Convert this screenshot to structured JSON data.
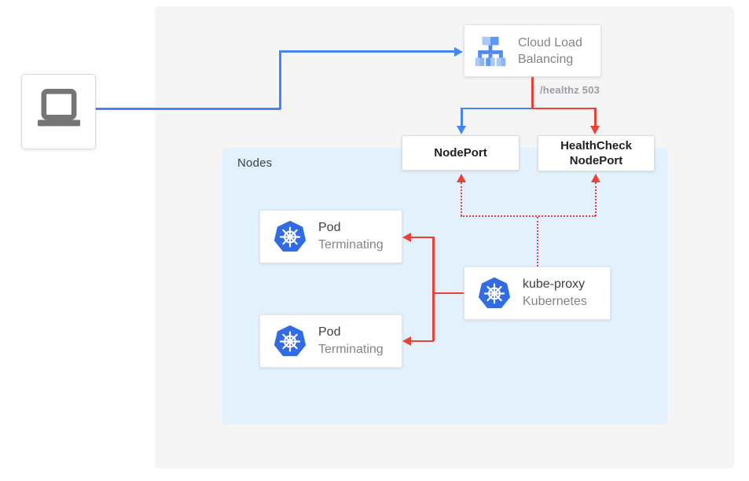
{
  "diagram": {
    "title": "Cloud Load Balancing health check to Kubernetes nodes diagram",
    "colors": {
      "blue": "#4285f4",
      "red": "#ea4335",
      "nodes_bg": "#e3f1fc",
      "canvas_bg": "#f5f5f6",
      "k8s_blue": "#326ce5",
      "icon_gray": "#757575",
      "text_dark": "#3c4043",
      "text_gray": "#80868b"
    },
    "client": {
      "icon": "laptop-icon"
    },
    "clb": {
      "icon": "cloud-load-balancing-icon",
      "line1": "Cloud Load",
      "line2": "Balancing"
    },
    "healthz_label": "/healthz 503",
    "nodeport": {
      "label": "NodePort"
    },
    "healthcheck_nodeport": {
      "line1": "HealthCheck",
      "line2": "NodePort"
    },
    "nodes_container": {
      "label": "Nodes"
    },
    "pods": [
      {
        "icon": "kubernetes-icon",
        "title": "Pod",
        "subtitle": "Terminating"
      },
      {
        "icon": "kubernetes-icon",
        "title": "Pod",
        "subtitle": "Terminating"
      }
    ],
    "kube_proxy": {
      "icon": "kubernetes-icon",
      "title": "kube-proxy",
      "subtitle": "Kubernetes"
    }
  }
}
